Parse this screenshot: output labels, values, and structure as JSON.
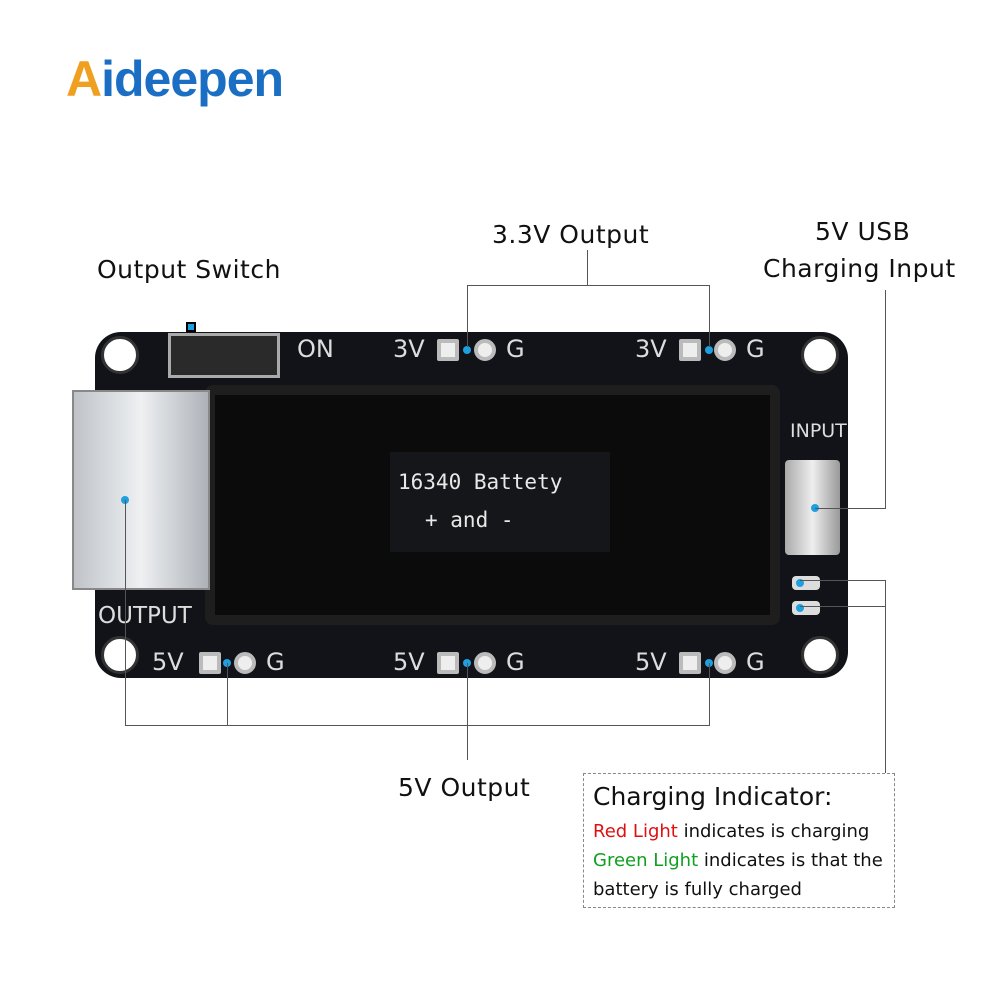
{
  "logo": {
    "first": "A",
    "rest": "ideepen"
  },
  "labels": {
    "output_switch": "Output Switch",
    "v33_output": "3.3V Output",
    "usb_input_1": "5V USB",
    "usb_input_2": "Charging Input",
    "v5_output": "5V Output"
  },
  "board": {
    "on": "ON",
    "v3": "3V",
    "g": "G",
    "v5": "5V",
    "output": "OUTPUT",
    "input": "INPUT",
    "battery_line1": "16340 Battety",
    "battery_line2": "+ and -"
  },
  "info": {
    "title": "Charging Indicator:",
    "red": "Red Light",
    "red_text": " indicates is charging",
    "green": "Green Light",
    "green_text": " indicates is that the battery is fully charged",
    "red_color": "#e01010",
    "green_color": "#10a020"
  }
}
